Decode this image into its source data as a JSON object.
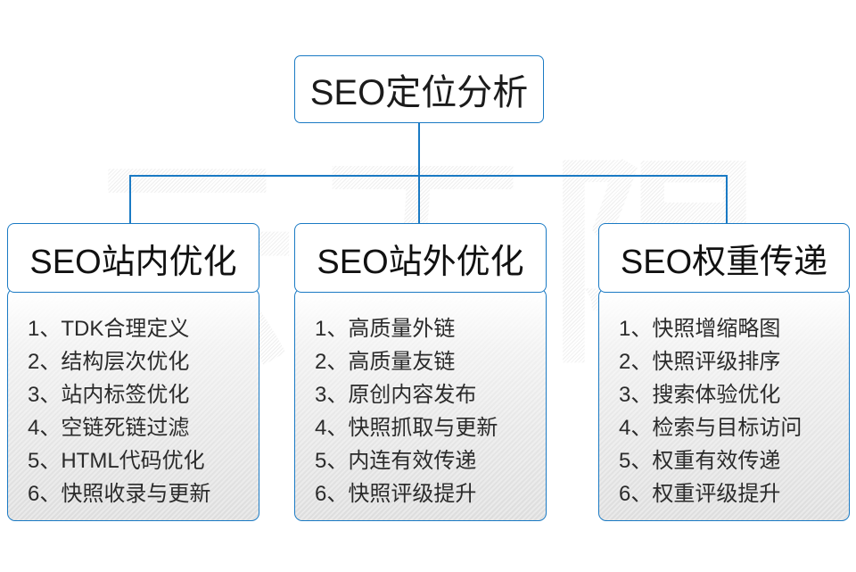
{
  "diagram": {
    "title": "SEO定位分析",
    "watermark": "云无限",
    "accent_color": "#1a7ac4",
    "text_color": "#1b1b1b",
    "body_bg_top": "#ffffff",
    "body_bg_bottom": "#dddddd",
    "columns": [
      {
        "header": "SEO站内优化",
        "items": [
          "1、TDK合理定义",
          "2、结构层次优化",
          "3、站内标签优化",
          "4、空链死链过滤",
          "5、HTML代码优化",
          "6、快照收录与更新"
        ]
      },
      {
        "header": "SEO站外优化",
        "items": [
          "1、高质量外链",
          "2、高质量友链",
          "3、原创内容发布",
          "4、快照抓取与更新",
          "5、内连有效传递",
          "6、快照评级提升"
        ]
      },
      {
        "header": "SEO权重传递",
        "items": [
          "1、快照增缩略图",
          "2、快照评级排序",
          "3、搜索体验优化",
          "4、检索与目标访问",
          "5、权重有效传递",
          "6、权重评级提升"
        ]
      }
    ]
  }
}
